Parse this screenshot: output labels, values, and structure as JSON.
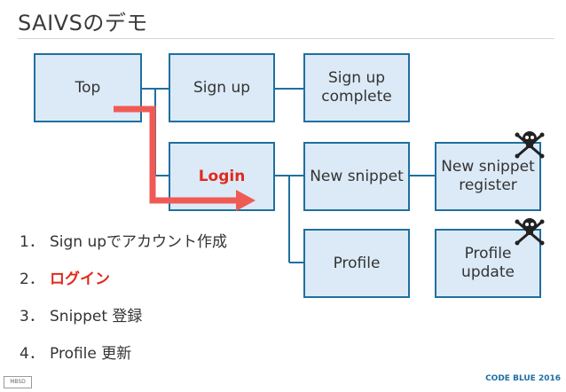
{
  "slide": {
    "title": "SAIVSのデモ"
  },
  "diagram": {
    "nodes": {
      "top": "Top",
      "sign_up": "Sign up",
      "sign_up_complete": "Sign up\ncomplete",
      "login": "Login",
      "new_snippet": "New snippet",
      "new_snippet_register": "New snippet\nregister",
      "profile": "Profile",
      "profile_update": "Profile\nupdate"
    },
    "colors": {
      "box_fill": "#dbeaf6",
      "box_border": "#1f6fa0",
      "arrow": "#f05a55",
      "highlight_text": "#e02a1e"
    },
    "icons": [
      "skull-crossbones-icon",
      "skull-crossbones-icon"
    ]
  },
  "steps": [
    {
      "num": "1．",
      "text": "Sign upでアカウント作成"
    },
    {
      "num": "2．",
      "text": "ログイン"
    },
    {
      "num": "3．",
      "text": "Snippet 登録"
    },
    {
      "num": "4．",
      "text": "Profile 更新"
    }
  ],
  "footer": {
    "left_logo": "MBSD",
    "right": "CODE BLUE 2016"
  }
}
